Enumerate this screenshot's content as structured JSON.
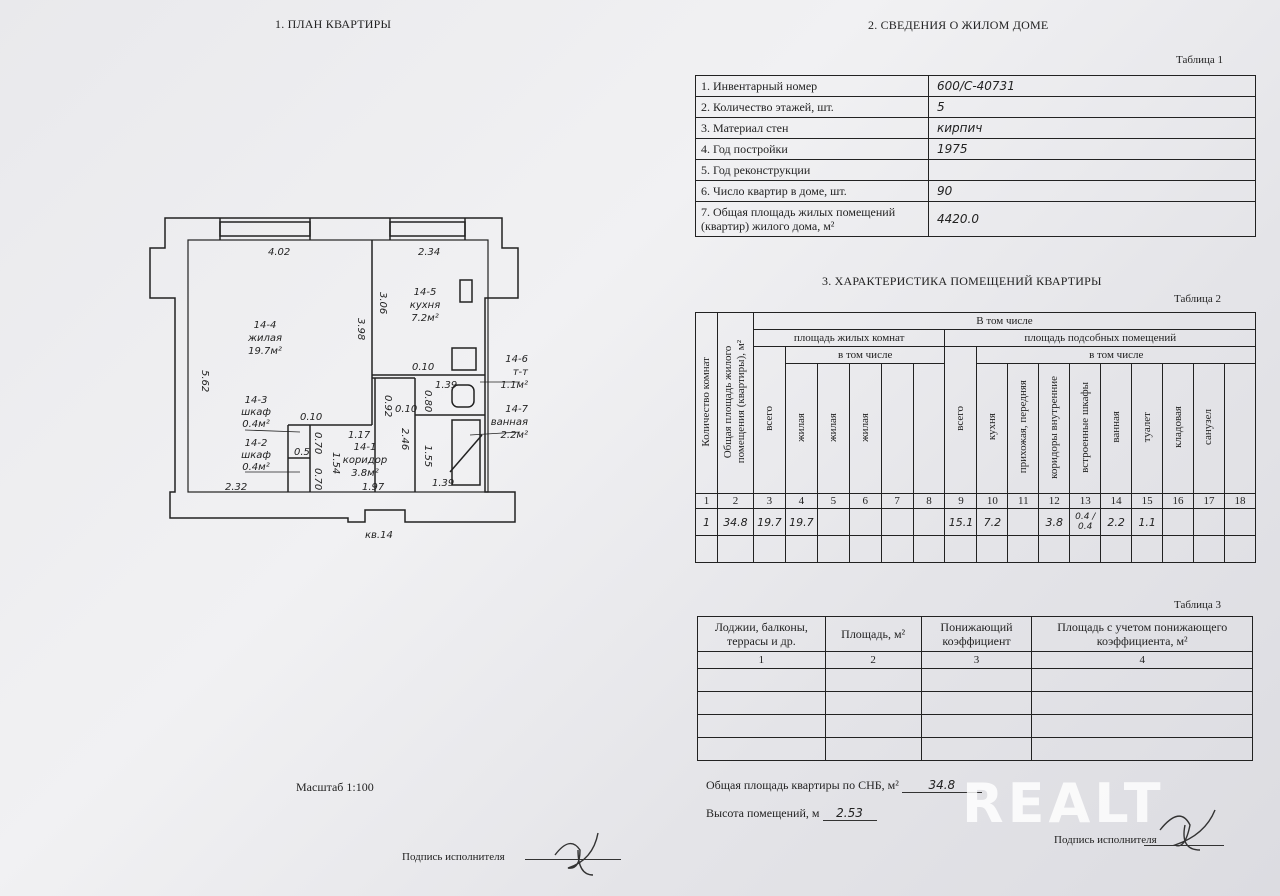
{
  "section1": {
    "title": "1. ПЛАН КВАРТИРЫ"
  },
  "section2": {
    "title": "2. СВЕДЕНИЯ О ЖИЛОМ ДОМЕ",
    "table_label": "Таблица 1"
  },
  "table1": {
    "rows": [
      {
        "label": "1. Инвентарный номер",
        "value": "600/С-40731"
      },
      {
        "label": "2. Количество этажей, шт.",
        "value": "5"
      },
      {
        "label": "3. Материал стен",
        "value": "кирпич"
      },
      {
        "label": "4. Год постройки",
        "value": "1975"
      },
      {
        "label": "5. Год реконструкции",
        "value": ""
      },
      {
        "label": "6. Число квартир в доме, шт.",
        "value": "90"
      }
    ],
    "row7_line1": "7. Общая площадь жилых помещений",
    "row7_line2": "(квартир) жилого дома, м²",
    "row7_value": "4420.0"
  },
  "section3": {
    "title": "3. ХАРАКТЕРИСТИКА ПОМЕЩЕНИЙ КВАРТИРЫ",
    "table_label": "Таблица 2"
  },
  "table2": {
    "col1": "Количество комнат",
    "col2_line1": "Общая площадь жилого",
    "col2_line2": "помещения (квартиры), м²",
    "in_total": "В том числе",
    "living_group": "площадь жилых комнат",
    "aux_group": "площадь подсобных помещений",
    "in_including": "в том числе",
    "living_cols": [
      "всего",
      "жилая",
      "жилая",
      "жилая"
    ],
    "aux_cols": [
      "всего",
      "кухня",
      "прихожая, передняя",
      "коридоры внутренние",
      "встроенные шкафы",
      "ванная",
      "туалет",
      "кладовая",
      "санузел"
    ],
    "numbers": [
      "1",
      "2",
      "3",
      "4",
      "5",
      "6",
      "7",
      "8",
      "9",
      "10",
      "11",
      "12",
      "13",
      "14",
      "15",
      "16",
      "17",
      "18"
    ],
    "row": [
      "1",
      "34.8",
      "19.7",
      "19.7",
      "",
      "",
      "",
      "",
      "15.1",
      "7.2",
      "",
      "3.8",
      "0.4 / 0.4",
      "2.2",
      "1.1",
      "",
      "",
      ""
    ]
  },
  "table3": {
    "label": "Таблица 3",
    "headers": [
      "Лоджии, балконы, террасы и др.",
      "Площадь, м²",
      "Понижающий коэффициент",
      "Площадь с учетом понижающего коэффициента, м²"
    ],
    "numbers": [
      "1",
      "2",
      "3",
      "4"
    ]
  },
  "summary": {
    "total_area_label": "Общая площадь квартиры по СНБ, м²",
    "total_area_value": "34.8",
    "height_label": "Высота помещений, м",
    "height_value": "2.53",
    "scale": "Масштаб 1:100",
    "sign_left": "Подпись исполнителя",
    "sign_right": "Подпись исполнителя"
  },
  "watermark": "REALT",
  "plan": {
    "rooms": [
      {
        "id": "14-4",
        "name": "жилая",
        "area": "19.7м²"
      },
      {
        "id": "14-5",
        "name": "кухня",
        "area": "7.2м²"
      },
      {
        "id": "14-6",
        "name": "т-т",
        "area": "1.1м²"
      },
      {
        "id": "14-7",
        "name": "ванная",
        "area": "2.2м²"
      },
      {
        "id": "14-3",
        "name": "шкаф",
        "area": "0.4м²"
      },
      {
        "id": "14-2",
        "name": "шкаф",
        "area": "0.4м²"
      },
      {
        "id": "14-1",
        "name": "коридор",
        "area": "3.8м²"
      }
    ],
    "dims": [
      "4.02",
      "2.34",
      "5.62",
      "3.98",
      "3.06",
      "2.32",
      "0.10",
      "0.92",
      "0.10",
      "0.80",
      "1.39",
      "2.46",
      "1.55",
      "1.39",
      "1.17",
      "0.10",
      "0.70",
      "0.5",
      "0.70",
      "1.54",
      "1.97"
    ],
    "flat": "кв.14"
  }
}
